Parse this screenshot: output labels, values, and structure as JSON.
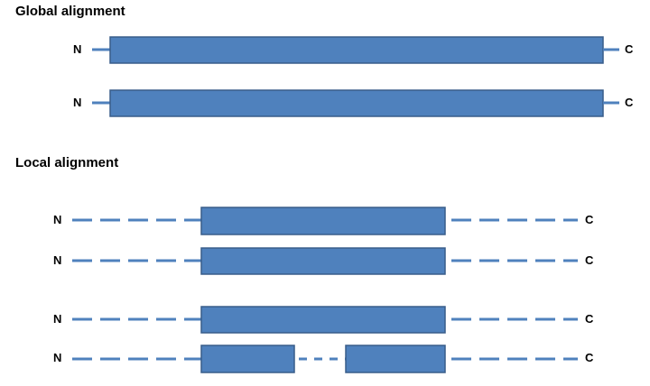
{
  "sections": {
    "global": {
      "title": "Global alignment",
      "rows": [
        {
          "n_label": "N",
          "c_label": "C"
        },
        {
          "n_label": "N",
          "c_label": "C"
        }
      ]
    },
    "local": {
      "title": "Local alignment",
      "rows": [
        {
          "n_label": "N",
          "c_label": "C"
        },
        {
          "n_label": "N",
          "c_label": "C"
        },
        {
          "n_label": "N",
          "c_label": "C"
        },
        {
          "n_label": "N",
          "c_label": "C",
          "gapped": true
        }
      ]
    }
  },
  "colors": {
    "fill": "#4F81BD",
    "border": "#385D8A",
    "line": "#4F81BD",
    "text": "#000000"
  }
}
